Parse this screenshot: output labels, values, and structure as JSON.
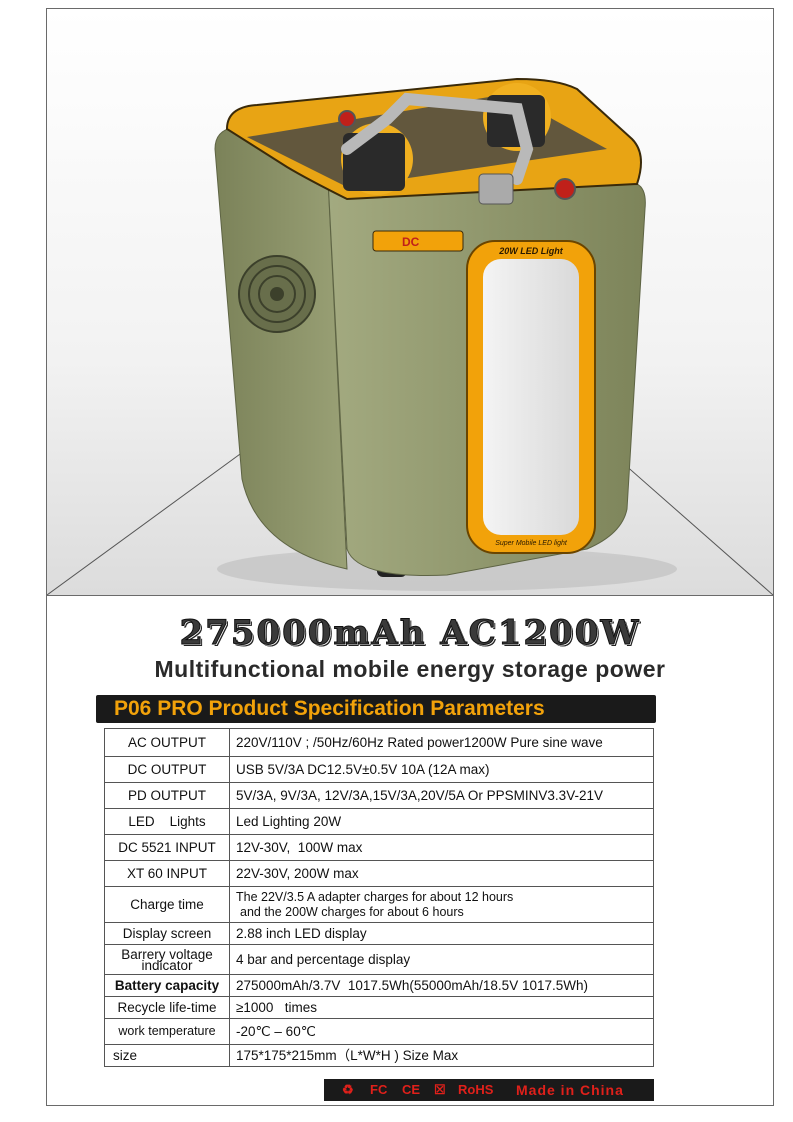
{
  "hero": {
    "led_label_top": "20W LED Light",
    "led_label_bottom": "Super Mobile LED light",
    "dc_label": "DC"
  },
  "title": "275000mAh AC1200W",
  "subtitle": "Multifunctional mobile energy storage power",
  "banner": "P06 PRO Product Specification Parameters",
  "specs": [
    {
      "key": "AC OUTPUT",
      "value": "220V/110V ; /50Hz/60Hz Rated power1200W Pure sine wave"
    },
    {
      "key": "DC OUTPUT",
      "value": "USB 5V/3A   DC12.5V±0.5V  10A (12A max)"
    },
    {
      "key": "PD OUTPUT",
      "value": "5V/3A, 9V/3A, 12V/3A,15V/3A,20V/5A Or PPSMINV3.3V-21V"
    },
    {
      "key": "LED    Lights",
      "value": "Led Lighting 20W"
    },
    {
      "key": "DC 5521 INPUT",
      "value": "12V-30V,  100W max"
    },
    {
      "key": "XT 60 INPUT",
      "value": "22V-30V, 200W max"
    },
    {
      "key": "Charge time",
      "value": "The 22V/3.5 A adapter charges for about 12 hours",
      "value2": "and the 200W charges for about 6 hours"
    },
    {
      "key": "Display screen",
      "value": "2.88 inch LED display"
    },
    {
      "key": "Barrery voltage",
      "key2": "indicator",
      "value": "4 bar and percentage display"
    },
    {
      "key": "Battery capacity",
      "value": "275000mAh/3.7V  1017.5Wh(55000mAh/18.5V 1017.5Wh)"
    },
    {
      "key": "Recycle life-time",
      "value": "≥1000   times"
    },
    {
      "key": "work temperature",
      "value": "-20℃ – 60℃"
    },
    {
      "key": "size",
      "value": "175*175*215mm（L*W*H ) Size Max"
    }
  ],
  "footer": {
    "marks": [
      "FC",
      "CE",
      "RoHS"
    ],
    "made": "Made in China"
  }
}
